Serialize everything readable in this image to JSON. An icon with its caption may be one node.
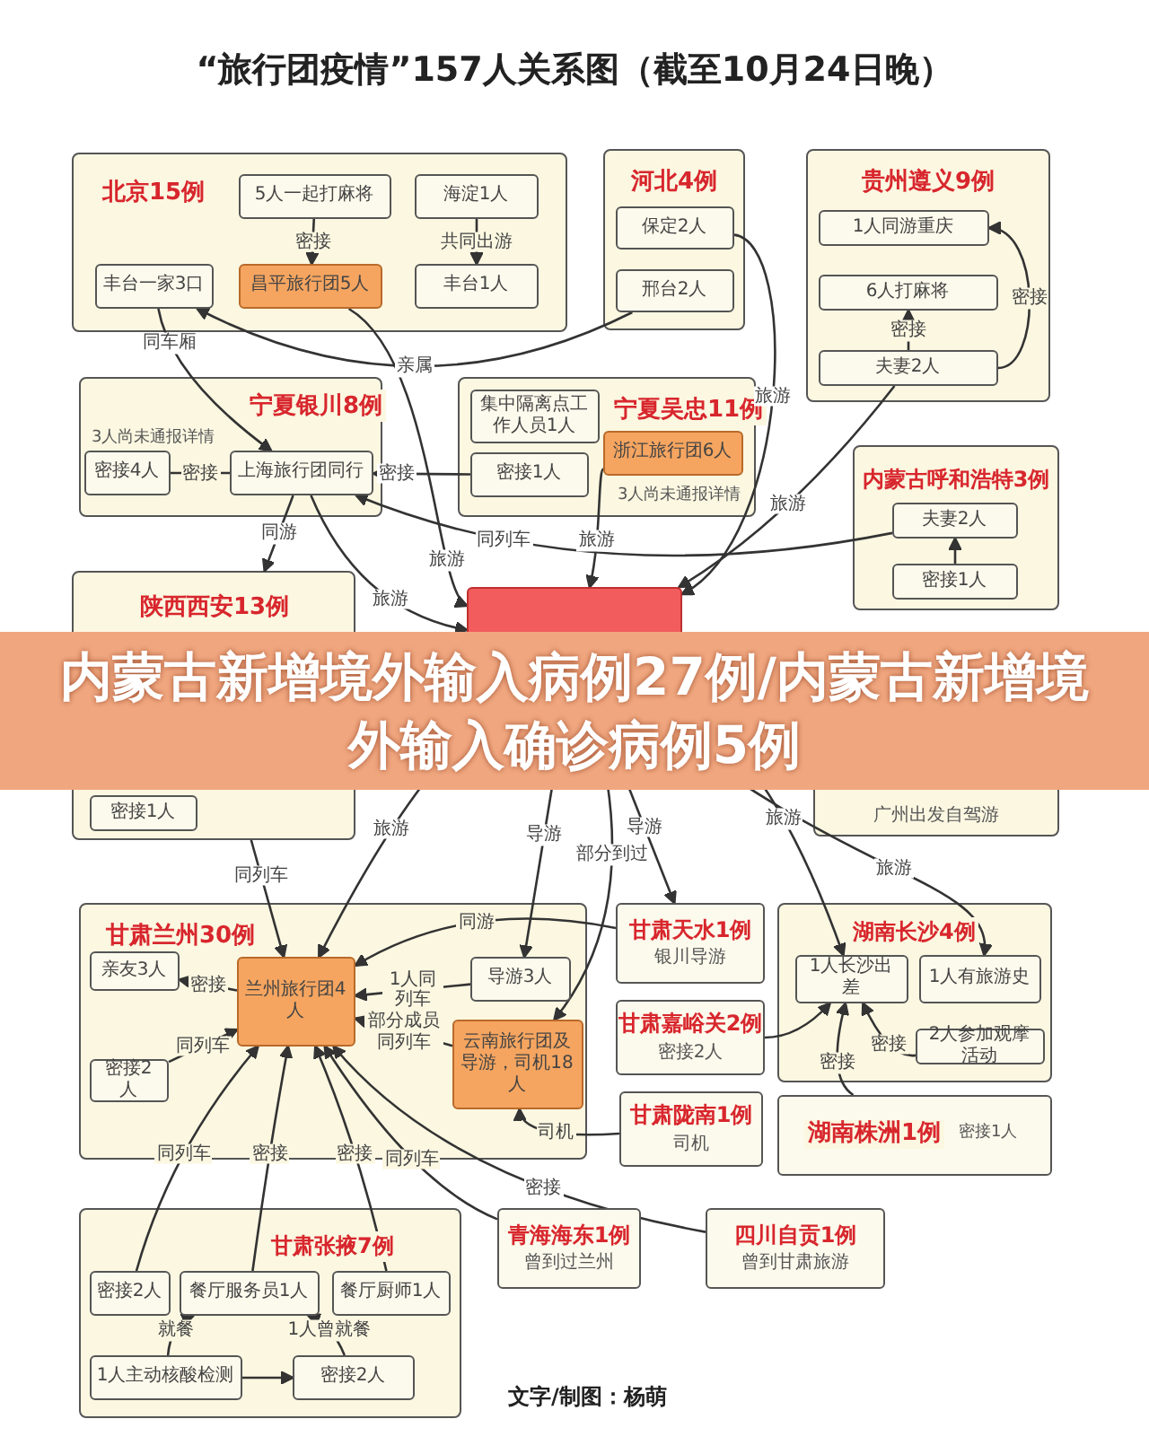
{
  "diagram": {
    "title": "“旅行团疫情”157人关系图（截至10月24日晚）",
    "nodes": [
      {
        "text": [
          "北京15例"
        ]
      },
      {
        "text": [
          "5人一起打麻将"
        ],
        "in": 0
      },
      {
        "text": [
          "海淀1人"
        ],
        "in": 0
      },
      {
        "text": [
          "丰台一家3口"
        ],
        "in": 0
      },
      {
        "text": [
          "昌平旅行团5人"
        ],
        "in": 0
      },
      {
        "text": [
          "丰台1人"
        ],
        "in": 0
      },
      {
        "text": [
          "河北4例"
        ]
      },
      {
        "text": [
          "保定2人"
        ],
        "in": 6
      },
      {
        "text": [
          "邢台2人"
        ],
        "in": 6
      },
      {
        "text": [
          "贵州遵义9例"
        ]
      },
      {
        "text": [
          "1人同游重庆"
        ],
        "in": 9
      },
      {
        "text": [
          "6人打麻将"
        ],
        "in": 9
      },
      {
        "text": [
          "夫妻2人"
        ],
        "in": 9
      },
      {
        "text": [
          "宁夏银川8例",
          "3人尚未通报详情"
        ]
      },
      {
        "text": [
          "密接4人"
        ],
        "in": 13
      },
      {
        "text": [
          "上海旅行团同行"
        ],
        "in": 13
      },
      {
        "text": [
          "宁夏吴忠11例",
          "3人尚未通报详情"
        ]
      },
      {
        "text": [
          "集中隔离点工作人员1人"
        ],
        "in": 16
      },
      {
        "text": [
          "密接1人"
        ],
        "in": 16
      },
      {
        "text": [
          "浙江旅行团6人"
        ],
        "in": 16
      },
      {
        "text": [
          "内蒙古呼和浩特3例"
        ]
      },
      {
        "text": [
          "夫妻2人"
        ],
        "in": 20
      },
      {
        "text": [
          "密接1人"
        ],
        "in": 20
      },
      {
        "text": [
          "陕西西安13例"
        ]
      },
      {
        "text": [
          "密接1人"
        ],
        "in": 23
      },
      {
        "text": [],
        "shape": "box"
      },
      {
        "text": [
          "广州出发自驾游"
        ]
      },
      {
        "text": [
          "甘肃兰州30例"
        ]
      },
      {
        "text": [
          "亲友3人"
        ],
        "in": 27
      },
      {
        "text": [
          "兰州旅行团4人"
        ],
        "in": 27
      },
      {
        "text": [
          "导游3人"
        ],
        "in": 27
      },
      {
        "text": [
          "密接2人"
        ],
        "in": 27
      },
      {
        "text": [
          "云南旅行团及导游，司机18人"
        ],
        "in": 27
      },
      {
        "text": [
          "甘肃天水1例",
          "银川导游"
        ]
      },
      {
        "text": [
          "湖南长沙4例"
        ]
      },
      {
        "text": [
          "1人长沙出差"
        ],
        "in": 34
      },
      {
        "text": [
          "1人有旅游史"
        ],
        "in": 34
      },
      {
        "text": [
          "2人参加观摩活动"
        ],
        "in": 34
      },
      {
        "text": [
          "甘肃嘉峪关2例",
          "密接2人"
        ]
      },
      {
        "text": [
          "甘肃陇南1例",
          "司机"
        ]
      },
      {
        "text": [
          "湖南株洲1例",
          "密接1人"
        ]
      },
      {
        "text": [
          "甘肃张掖7例"
        ]
      },
      {
        "text": [
          "密接2人"
        ],
        "in": 41
      },
      {
        "text": [
          "餐厅服务员1人"
        ],
        "in": 41
      },
      {
        "text": [
          "餐厅厨师1人"
        ],
        "in": 41
      },
      {
        "text": [
          "1人主动核酸检测"
        ],
        "in": 41
      },
      {
        "text": [
          "密接2人"
        ],
        "in": 41
      },
      {
        "text": [
          "青海海东1例",
          "曾到过兰州"
        ]
      },
      {
        "text": [
          "四川自贡1例",
          "曾到甘肃旅游"
        ]
      }
    ],
    "edges": [
      {
        "from": 1,
        "to": 4,
        "arrow": "to",
        "label": "密接"
      },
      {
        "from": 2,
        "to": 5,
        "arrow": "to",
        "label": "共同出游"
      },
      {
        "from": 8,
        "to": 3,
        "arrow": "to",
        "label": "亲属"
      },
      {
        "from": 3,
        "to": 15,
        "arrow": "to",
        "label": "同车厢"
      },
      {
        "from": 15,
        "to": 14,
        "arrow": "none",
        "label": "密接"
      },
      {
        "from": 18,
        "to": 15,
        "arrow": "to",
        "label": "密接"
      },
      {
        "from": 21,
        "to": 15,
        "arrow": "to",
        "label": "同列车"
      },
      {
        "from": 22,
        "to": 21,
        "arrow": "to"
      },
      {
        "from": 12,
        "to": 10,
        "arrow": "to",
        "label": "密接"
      },
      {
        "from": 12,
        "to": 11,
        "arrow": "to",
        "label": "密接"
      },
      {
        "from": 15,
        "to": 23,
        "arrow": "to",
        "label": "同游"
      },
      {
        "from": 15,
        "to": 25,
        "arrow": "to",
        "label": "旅游"
      },
      {
        "from": 4,
        "to": 25,
        "arrow": "to",
        "label": "旅游"
      },
      {
        "from": 19,
        "to": 25,
        "arrow": "to",
        "label": "旅游"
      },
      {
        "from": 7,
        "to": 25,
        "arrow": "to",
        "label": "旅游"
      },
      {
        "from": 12,
        "to": 25,
        "arrow": "to",
        "label": "旅游"
      },
      {
        "from": 23,
        "to": 29,
        "arrow": "to",
        "label": "同列车"
      },
      {
        "from": 25,
        "to": 29,
        "arrow": "to",
        "label": "旅游"
      },
      {
        "from": 25,
        "to": 30,
        "arrow": "to",
        "label": "导游"
      },
      {
        "from": 25,
        "to": 32,
        "arrow": "to",
        "label": "部分到过"
      },
      {
        "from": 25,
        "to": 33,
        "arrow": "to",
        "label": "导游"
      },
      {
        "from": 25,
        "to": 35,
        "arrow": "to",
        "label": "旅游"
      },
      {
        "from": 25,
        "to": 36,
        "arrow": "to",
        "label": "旅游"
      },
      {
        "from": 33,
        "to": 29,
        "arrow": "to",
        "label": "同游"
      },
      {
        "from": 30,
        "to": 29,
        "arrow": "to",
        "label": "1人同列车"
      },
      {
        "from": 32,
        "to": 29,
        "arrow": "to",
        "label": "部分成员同列车"
      },
      {
        "from": 29,
        "to": 28,
        "arrow": "to",
        "label": "密接"
      },
      {
        "from": 31,
        "to": 29,
        "arrow": "to",
        "label": "同列车"
      },
      {
        "from": 42,
        "to": 29,
        "arrow": "to",
        "label": "同列车"
      },
      {
        "from": 43,
        "to": 29,
        "arrow": "to",
        "label": "密接"
      },
      {
        "from": 44,
        "to": 29,
        "arrow": "to",
        "label": "密接"
      },
      {
        "from": 47,
        "to": 29,
        "arrow": "to",
        "label": "同列车"
      },
      {
        "from": 48,
        "to": 29,
        "arrow": "to",
        "label": "密接"
      },
      {
        "from": 39,
        "to": 32,
        "arrow": "to",
        "label": "司机"
      },
      {
        "from": 45,
        "to": 43,
        "arrow": "to",
        "label": "就餐"
      },
      {
        "from": 46,
        "to": 43,
        "arrow": "to",
        "label": "1人曾就餐"
      },
      {
        "from": 45,
        "to": 46,
        "arrow": "to"
      },
      {
        "from": 38,
        "to": 35,
        "arrow": "to"
      },
      {
        "from": 40,
        "to": 35,
        "arrow": "to",
        "label": "密接"
      },
      {
        "from": 37,
        "to": 35,
        "arrow": "to",
        "label": "密接"
      }
    ],
    "labels": [
      "内蒙古新增境外输入病例27例/内蒙古新增境外输入确诊病例5例",
      "文字/制图：杨萌"
    ]
  }
}
